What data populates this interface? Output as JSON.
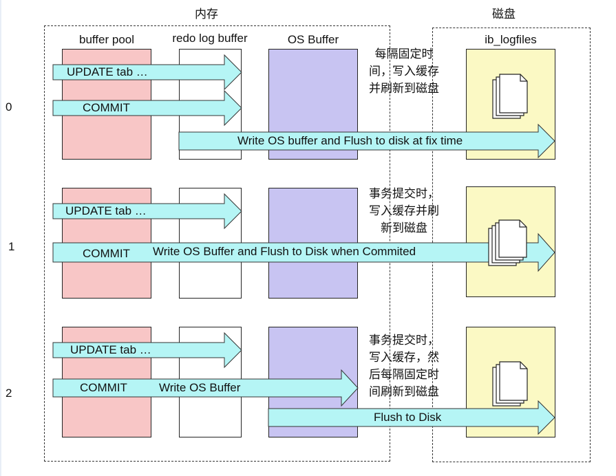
{
  "regions": {
    "memory_label": "内存",
    "disk_label": "磁盘"
  },
  "headers": {
    "buffer_pool": "buffer pool",
    "redo_log_buffer": "redo log buffer",
    "os_buffer": "OS Buffer",
    "ib_logfiles": "ib_logfiles"
  },
  "rows": [
    {
      "num": "0",
      "update": "UPDATE tab …",
      "commit": "COMMIT",
      "flush": "Write OS buffer and Flush to disk at fix time",
      "note": [
        "每隔固定时",
        "间，写入缓存",
        "并刷新到磁盘"
      ]
    },
    {
      "num": "1",
      "update": "UPDATE tab …",
      "commit": "COMMIT",
      "flush": "Write OS Buffer and Flush to Disk when Commited",
      "note": [
        "事务提交时，",
        "写入缓存并刷",
        "新到磁盘"
      ]
    },
    {
      "num": "2",
      "update": "UPDATE tab …",
      "commit": "COMMIT",
      "write": "Write OS Buffer",
      "flush": "Flush to Disk",
      "note": [
        "事务提交时，",
        "写入缓存，然",
        "后每隔固定时",
        "间刷新到磁盘"
      ]
    }
  ],
  "colors": {
    "pink": "#f8c6c6",
    "purple": "#c8c4f2",
    "yellow": "#fbf9c4",
    "arrow": "#b5f5f5"
  }
}
